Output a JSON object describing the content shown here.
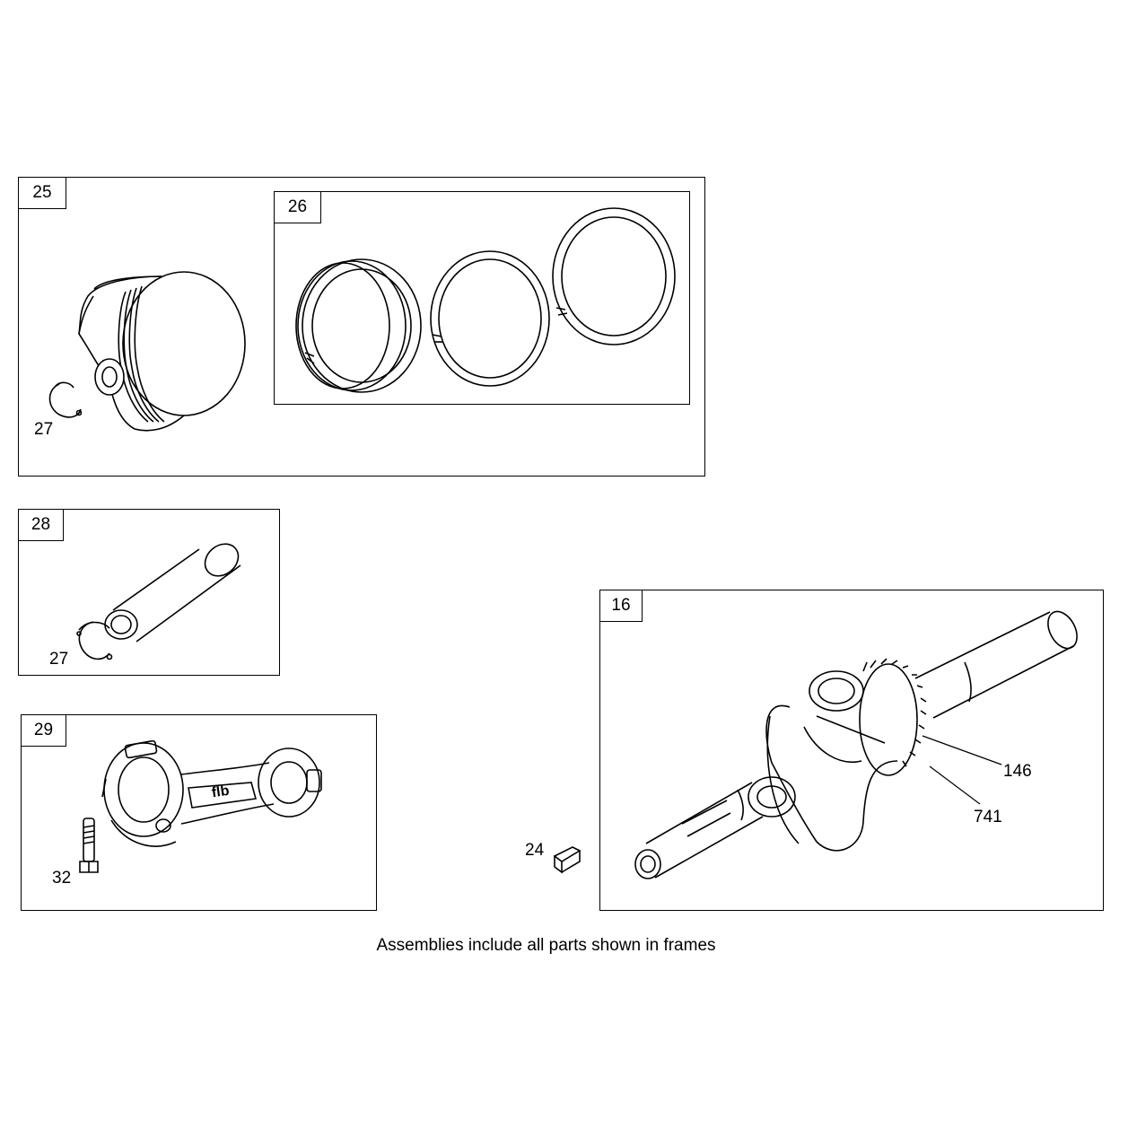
{
  "frames": {
    "piston": {
      "label": "25",
      "clip_callout": "27"
    },
    "rings": {
      "label": "26"
    },
    "pin": {
      "label": "28",
      "clip_callout": "27"
    },
    "connecting_rod": {
      "label": "29",
      "bolt_callout": "32",
      "rod_marking": "flb"
    },
    "crankshaft": {
      "label": "16",
      "gear_callout": "146",
      "sensor_callout": "741"
    }
  },
  "loose_parts": {
    "key_callout": "24"
  },
  "footer_note": "Assemblies include all parts shown in frames",
  "colors": {
    "line": "#000000",
    "background": "#ffffff"
  }
}
